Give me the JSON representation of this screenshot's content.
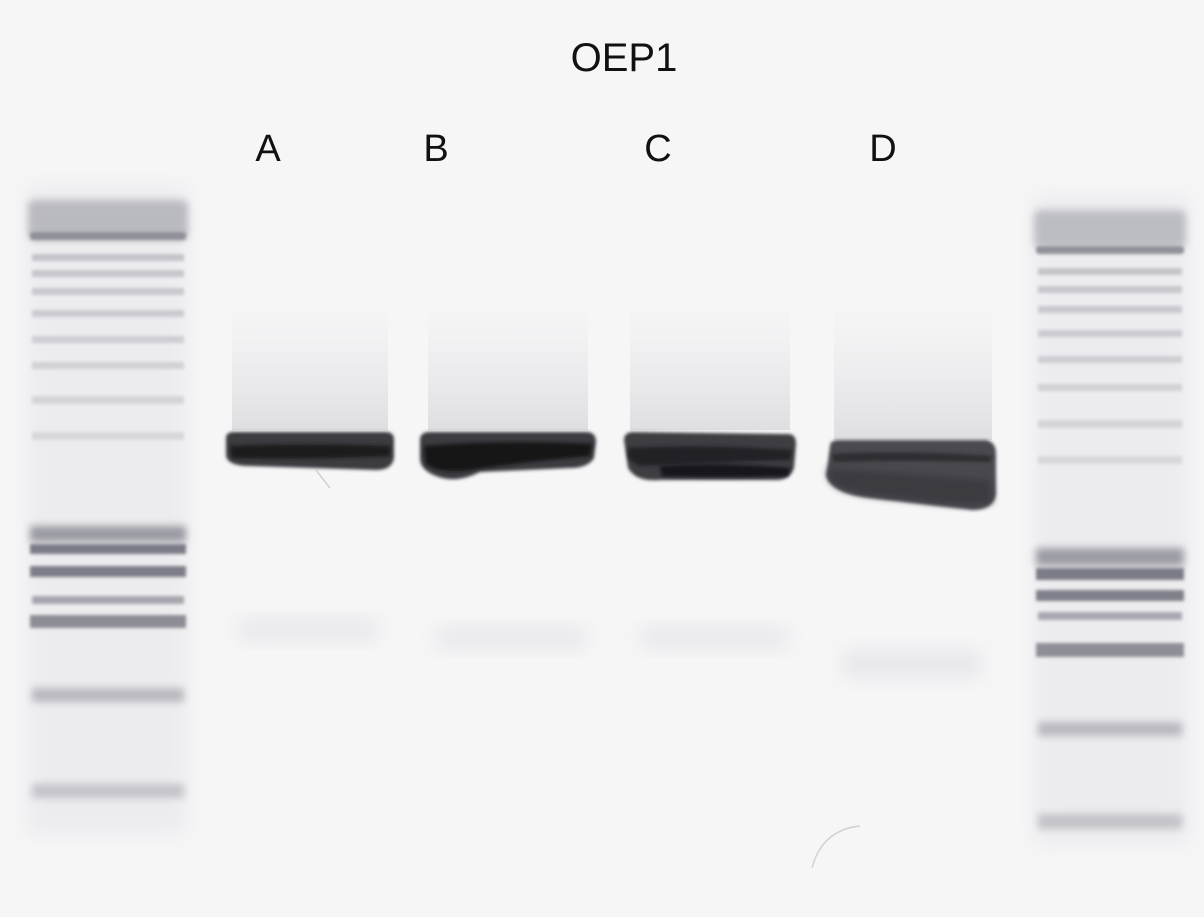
{
  "title": "OEP1",
  "lanes": [
    {
      "label": "A"
    },
    {
      "label": "B"
    },
    {
      "label": "C"
    },
    {
      "label": "D"
    }
  ],
  "colors": {
    "background": "#f6f6f7",
    "band": "#1f1f22",
    "ladder_band": "#8e8e96"
  }
}
